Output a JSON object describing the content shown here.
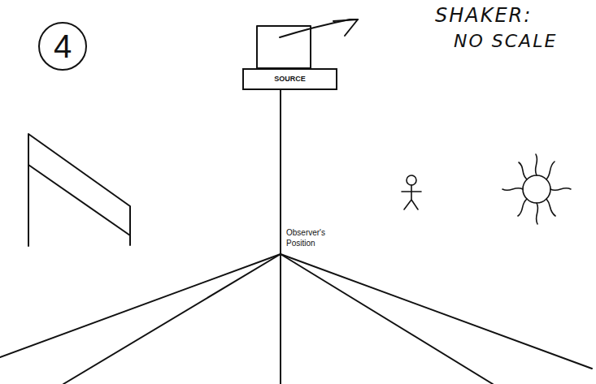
{
  "diagram": {
    "nodes": [
      {
        "text": [
          "4"
        ]
      },
      {
        "text": [
          "SOURCE"
        ]
      }
    ],
    "labels": [
      "SHAKER:",
      "NO SCALE",
      "Observer's Position"
    ]
  }
}
